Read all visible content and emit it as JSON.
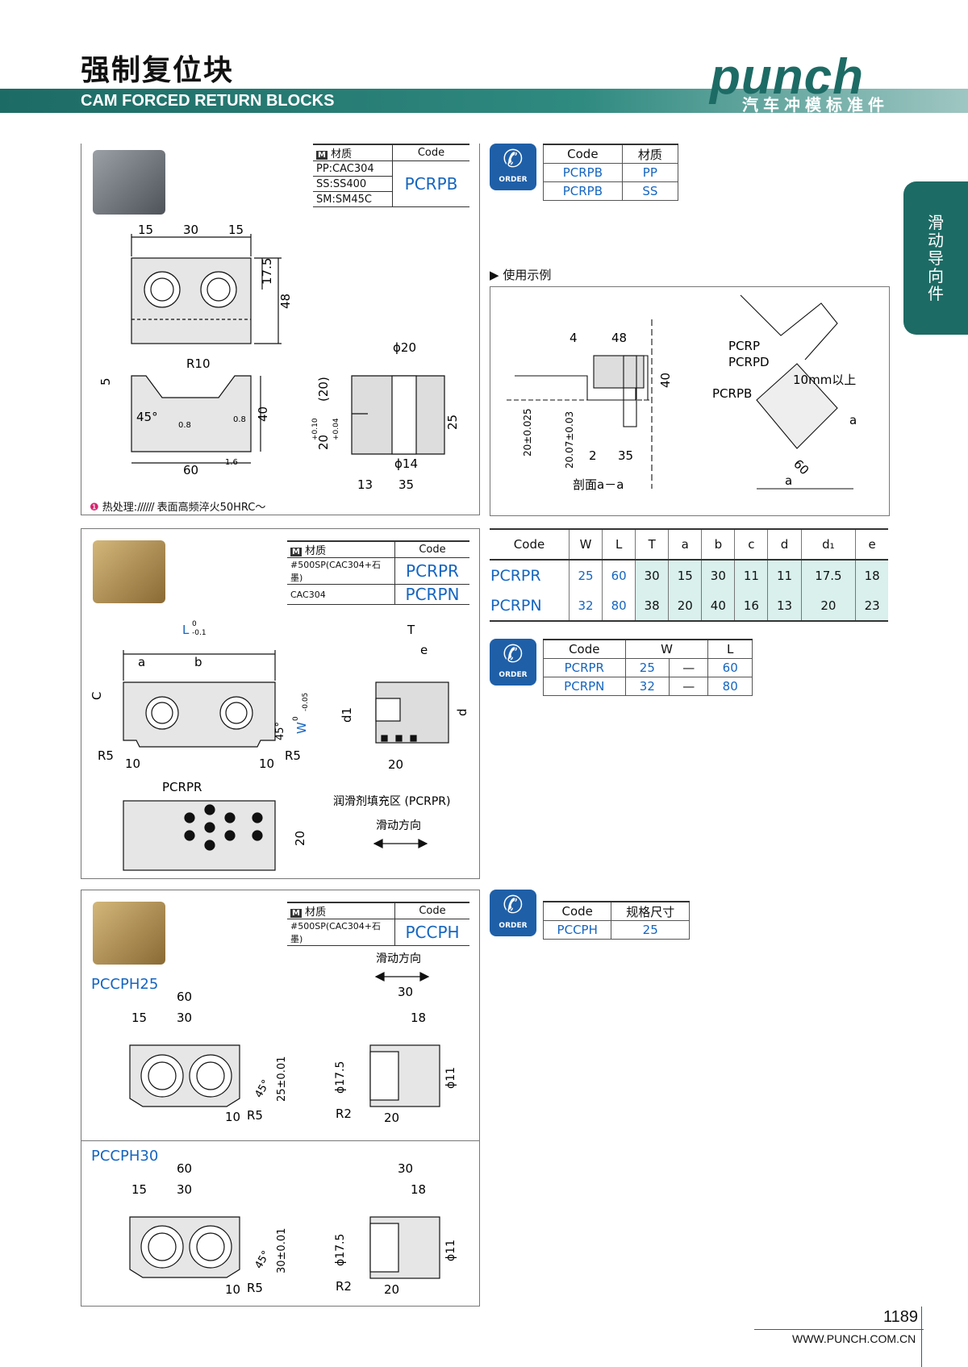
{
  "header": {
    "title_cn": "强制复位块",
    "title_en": "CAM FORCED RETURN BLOCKS",
    "brand": "punch",
    "brand_sub": "汽车冲模标准件"
  },
  "side_tab": "滑动导向件",
  "s1": {
    "mat_header": [
      "材质",
      "Code"
    ],
    "mat_rows": [
      "PP:CAC304",
      "SS:SS400",
      "SM:SM45C"
    ],
    "code": "PCRPB",
    "order": {
      "headers": [
        "Code",
        "材质"
      ],
      "rows": [
        [
          "PCRPB",
          "PP"
        ],
        [
          "PCRPB",
          "SS"
        ]
      ]
    },
    "heat": "热处理:",
    "heat_text": "表面高频淬火50HRC～",
    "example_title": "使用示例",
    "top_dims": [
      "15",
      "30",
      "15"
    ],
    "right_dims": [
      "17.5",
      "48"
    ],
    "front": {
      "r": "R10",
      "left": "5",
      "angle": "45°",
      "right": "40",
      "bottom": "60"
    },
    "side": {
      "phi_top": "ϕ20",
      "h20": "(20)",
      "tol": "20",
      "tol_up": "+0.10",
      "tol_dn": "+0.04",
      "phi_bot": "ϕ14",
      "h25": "25",
      "b13": "13",
      "b35": "35"
    },
    "ex": {
      "d4": "4",
      "d48": "48",
      "d40": "40",
      "t1": "20±0.025",
      "t2": "20.07±0.03",
      "d2": "2",
      "d35": "35",
      "sect": "剖面a－a",
      "pcrp": "PCRP",
      "pcrpd": "PCRPD",
      "mm": "10mm以上",
      "pcrpb": "PCRPB",
      "a": "a",
      "d60": "60"
    },
    "surf": [
      "0.8",
      "0.8",
      "1.6"
    ]
  },
  "s2": {
    "mat_header": [
      "材质",
      "Code"
    ],
    "mat_rows": [
      [
        "#500SP(CAC304+石墨)",
        "PCRPR"
      ],
      [
        "CAC304",
        "PCRPN"
      ]
    ],
    "spec": {
      "headers": [
        "Code",
        "W",
        "L",
        "T",
        "a",
        "b",
        "c",
        "d",
        "d₁",
        "e"
      ],
      "codes": [
        "PCRPR",
        "PCRPN"
      ],
      "W": [
        "25",
        "32"
      ],
      "L": [
        "60",
        "80"
      ],
      "T": [
        "30",
        "38"
      ],
      "a": [
        "15",
        "20"
      ],
      "b": [
        "30",
        "40"
      ],
      "c": [
        "11",
        "16"
      ],
      "d": [
        "11",
        "13"
      ],
      "d1": [
        "17.5",
        "20"
      ],
      "e": [
        "18",
        "23"
      ]
    },
    "order": {
      "headers": [
        "Code",
        "W",
        "L"
      ],
      "rows": [
        [
          "PCRPR",
          "25",
          "—",
          "60"
        ],
        [
          "PCRPN",
          "32",
          "—",
          "80"
        ]
      ]
    },
    "dims": {
      "L": "L",
      "L_tol_up": "0",
      "L_tol_dn": "-0.1",
      "a": "a",
      "b": "b",
      "C": "C",
      "W": "W",
      "W_tol_up": "0",
      "W_tol_dn": "-0.05",
      "R5": "R5",
      "ten": "10",
      "angle": "45°",
      "T": "T",
      "e": "e",
      "d1": "d1",
      "d": "d",
      "twenty": "20",
      "pcrpr": "PCRPR",
      "h20": "20"
    },
    "lube": "润滑剂填充区 (PCRPR)",
    "slide": "滑动方向"
  },
  "s3": {
    "mat_header": [
      "材质",
      "Code"
    ],
    "mat_row": [
      "#500SP(CAC304+石墨)",
      "PCCPH"
    ],
    "order": {
      "headers": [
        "Code",
        "规格尺寸"
      ],
      "row": [
        "PCCPH",
        "25"
      ]
    },
    "slide": "滑动方向",
    "v25": {
      "label": "PCCPH25",
      "w60": "60",
      "d15": "15",
      "d30": "30",
      "tol": "25±0.01",
      "r5": "R5",
      "ten": "10",
      "angle": "45°",
      "s30": "30",
      "s18": "18",
      "phi175": "ϕ17.5",
      "phi11": "ϕ11",
      "r2": "R2",
      "s20": "20"
    },
    "v30": {
      "label": "PCCPH30",
      "w60": "60",
      "d15": "15",
      "d30": "30",
      "tol": "30±0.01",
      "r5": "R5",
      "ten": "10",
      "angle": "45°",
      "s30": "30",
      "s18": "18",
      "phi175": "ϕ17.5",
      "phi11": "ϕ11",
      "r2": "R2",
      "s20": "20"
    }
  },
  "surface_marks": {
    "fine": "1.6",
    "finer": "0.8"
  },
  "footer": {
    "page": "1189",
    "url": "WWW.PUNCH.COM.CN"
  },
  "colors": {
    "brand": "#1d6b65",
    "order": "#1e5fa8",
    "code_blue": "#1565c0",
    "shade": "#d9f0ec"
  }
}
